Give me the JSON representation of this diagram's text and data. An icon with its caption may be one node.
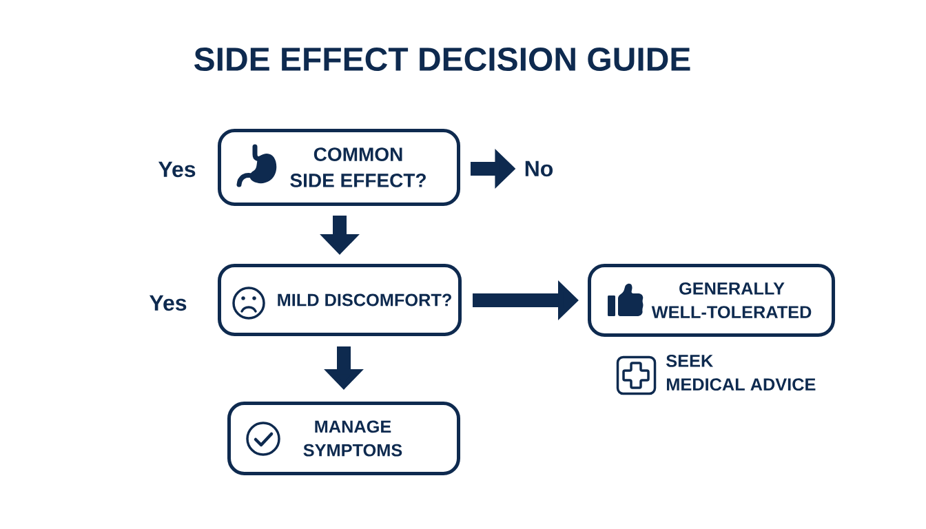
{
  "diagram": {
    "title": "SIDE EFFECT DECISION GUIDE",
    "nodes": [
      {
        "text": [
          "COMMON SIDE EFFECT?"
        ]
      },
      {
        "text": [
          "No"
        ]
      },
      {
        "text": [
          "MILD DISCOMFORT?"
        ]
      },
      {
        "text": [
          "GENERALLY WELL-TOLERATED"
        ]
      },
      {
        "text": [
          "MANAGE SYMPTOMS"
        ]
      }
    ],
    "edges": [
      {
        "from": 0,
        "to": 1,
        "arrow": "to"
      },
      {
        "from": 0,
        "to": 2,
        "arrow": "to"
      },
      {
        "from": 2,
        "to": 3,
        "arrow": "to"
      },
      {
        "from": 2,
        "to": 4,
        "arrow": "to"
      }
    ],
    "labels": [
      "Yes",
      "Yes",
      "SEEK MEDICAL ADVICE"
    ]
  }
}
